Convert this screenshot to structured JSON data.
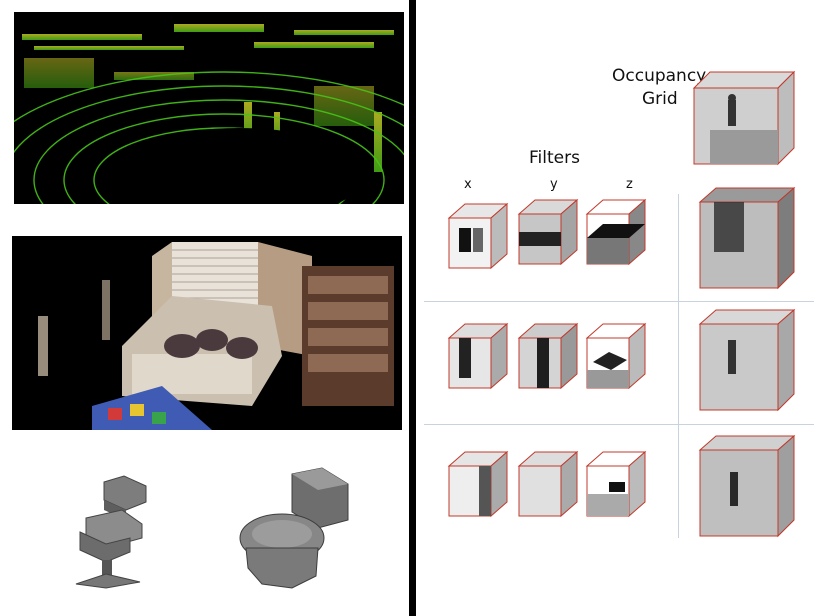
{
  "labels": {
    "occupancy_line1": "Occupancy",
    "occupancy_line2": "Grid",
    "filters": "Filters",
    "axis_x": "x",
    "axis_y": "y",
    "axis_z": "z"
  },
  "colors": {
    "background": "#ffffff",
    "divider": "#000000",
    "cube_edge": "#c0392b",
    "separator": "#c9d3dd",
    "lidar_green": "#5ccf1a",
    "lidar_yellow": "#d8d52a",
    "voxel_gray": "#8a8a8a"
  }
}
